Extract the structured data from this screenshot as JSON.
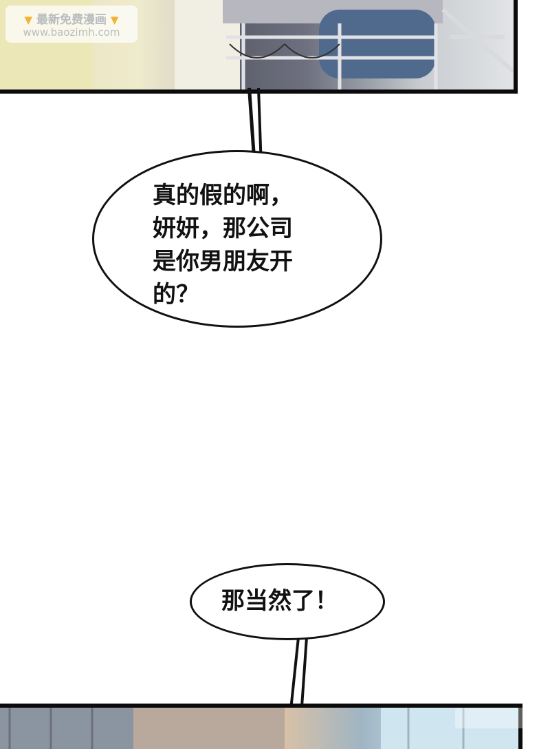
{
  "watermark": {
    "line1": "最新免费漫画",
    "line2": "www.baozimh.com",
    "left_icon": "pointing-down-hand-icon",
    "right_icon": "pointing-down-hand-icon"
  },
  "dialogue": [
    {
      "id": "bubble-1",
      "text": "真的假的啊，\n妍妍，那公司\n是你男朋友开\n的？"
    },
    {
      "id": "bubble-2",
      "text": "那当然了！"
    }
  ],
  "colors": {
    "frame": "#0b0b0b",
    "text": "#111111",
    "background": "#ffffff"
  }
}
